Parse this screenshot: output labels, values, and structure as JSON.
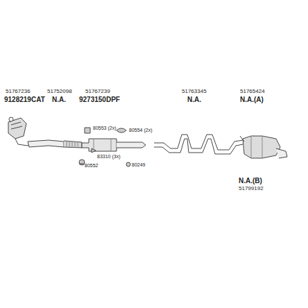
{
  "diagram": {
    "labels": [
      "51767236",
      "9128219CAT",
      "51752098",
      "N.A.",
      "51767239",
      "9273150DPF",
      "51763345",
      "N.A.",
      "51765424",
      "N.A.(A)",
      "80553 (2x)",
      "80554 (2x)",
      "83310 (3x)",
      "80552",
      "80249",
      "N.A.(B)",
      "51799192"
    ]
  }
}
